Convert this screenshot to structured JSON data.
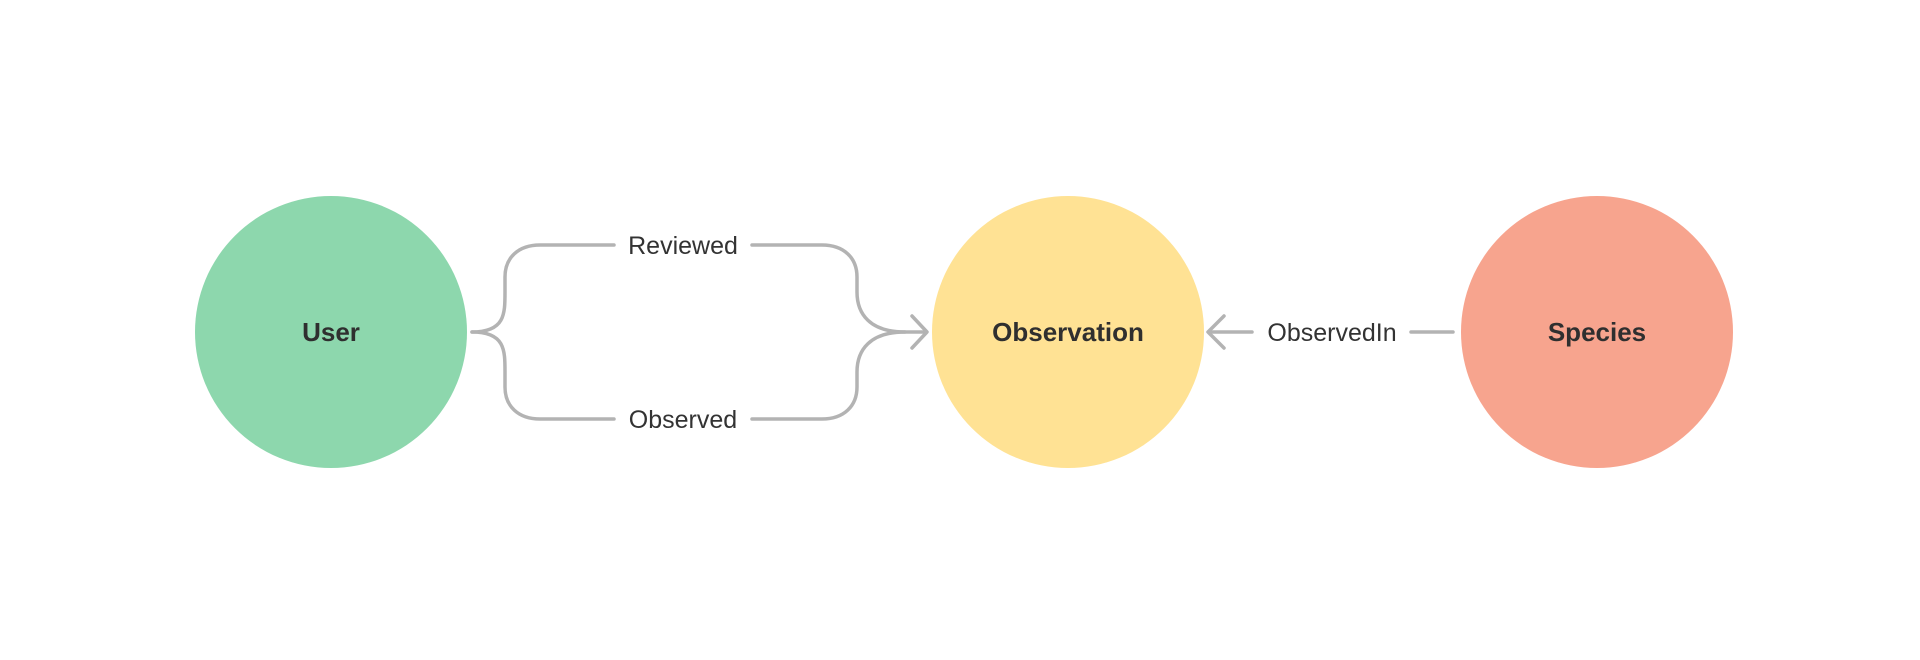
{
  "nodes": {
    "user": {
      "label": "User",
      "color": "#8dd7ad"
    },
    "observation": {
      "label": "Observation",
      "color": "#ffe294"
    },
    "species": {
      "label": "Species",
      "color": "#f7a48e"
    }
  },
  "edges": {
    "reviewed": {
      "label": "Reviewed",
      "from": "User",
      "to": "Observation"
    },
    "observed": {
      "label": "Observed",
      "from": "User",
      "to": "Observation"
    },
    "observed_in": {
      "label": "ObservedIn",
      "from": "Species",
      "to": "Observation"
    }
  },
  "colors": {
    "edge": "#b3b3b3",
    "label_text": "#333333",
    "background": "#ffffff"
  }
}
